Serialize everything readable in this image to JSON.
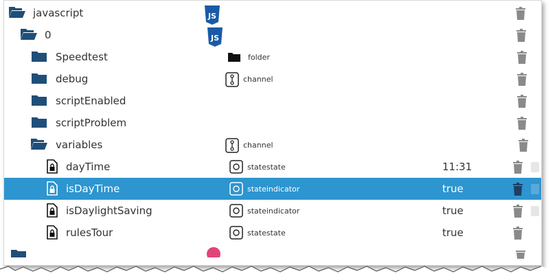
{
  "tree": {
    "rows": [
      {
        "name": "javascript",
        "indent": 0,
        "icon": "folder-open-icon"
      },
      {
        "name": "0",
        "indent": 1,
        "icon": "folder-open-icon"
      },
      {
        "name": "Speedtest",
        "indent": 2,
        "icon": "folder-icon",
        "type": "folder"
      },
      {
        "name": "debug",
        "indent": 2,
        "icon": "folder-icon",
        "type": "channel"
      },
      {
        "name": "scriptEnabled",
        "indent": 2,
        "icon": "folder-icon"
      },
      {
        "name": "scriptProblem",
        "indent": 2,
        "icon": "folder-icon"
      },
      {
        "name": "variables",
        "indent": 2,
        "icon": "folder-open-icon",
        "type": "channel"
      },
      {
        "name": "dayTime",
        "indent": 3,
        "icon": "state-file-icon",
        "type": "statestate",
        "value": "11:31"
      },
      {
        "name": "isDayTime",
        "indent": 3,
        "icon": "state-file-icon",
        "type": "stateindicator",
        "value": "true",
        "selected": true
      },
      {
        "name": "isDaylightSaving",
        "indent": 3,
        "icon": "state-file-icon",
        "type": "stateindicator",
        "value": "true"
      },
      {
        "name": "rulesTour",
        "indent": 3,
        "icon": "state-file-icon",
        "type": "statestate",
        "value": "true"
      }
    ],
    "badge_text": "JS"
  },
  "colors": {
    "folder": "#1f4e79",
    "selected_row": "#2d95cf",
    "trash": "#8a8a8a",
    "js_badge": "#1a5aa6"
  }
}
